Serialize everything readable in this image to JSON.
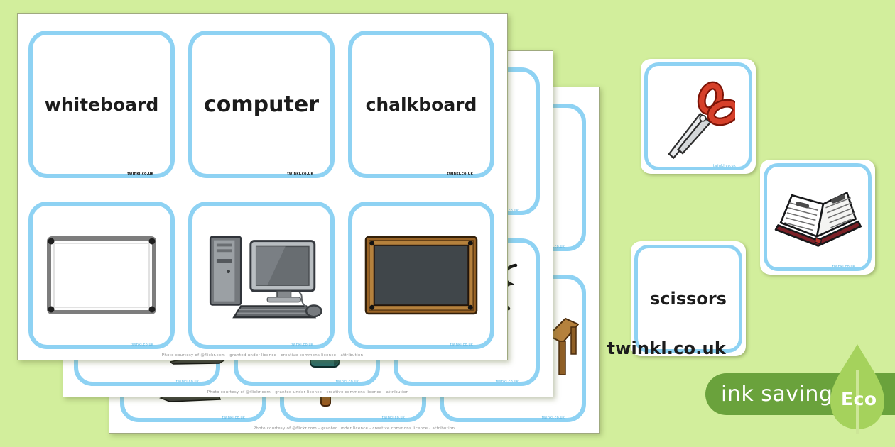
{
  "colors": {
    "background": "#d2ee9c",
    "card_border_blue": "#8ed2f3",
    "badge_green": "#6aa23c",
    "leaf_green": "#a5d25c",
    "page_white": "#ffffff"
  },
  "watermark": "twinkl.co.uk",
  "footer_note": "Photo courtesy of @flickr.com - granted under licence - creative commons licence - attribution",
  "pages": [
    {
      "name": "front-page",
      "cards": [
        {
          "kind": "word",
          "label": "whiteboard"
        },
        {
          "kind": "word",
          "label": "computer"
        },
        {
          "kind": "word",
          "label": "chalkboard"
        },
        {
          "kind": "picture",
          "image": "whiteboard-image"
        },
        {
          "kind": "picture",
          "image": "computer-image"
        },
        {
          "kind": "picture",
          "image": "chalkboard-image"
        }
      ]
    },
    {
      "name": "middle-page",
      "fragments": [
        "pencil-tip-image",
        "teal-pen-image",
        "hook-doodle-image"
      ]
    },
    {
      "name": "back-page",
      "fragments": [
        "pencil-horizontal-image",
        "brown-object-image",
        "table-image"
      ]
    }
  ],
  "floating_cards": [
    {
      "kind": "picture",
      "image": "scissors-image"
    },
    {
      "kind": "picture",
      "image": "book-image"
    },
    {
      "kind": "word",
      "label": "scissors"
    }
  ],
  "badge": {
    "label": "ink saving",
    "eco_label": "Eco"
  }
}
